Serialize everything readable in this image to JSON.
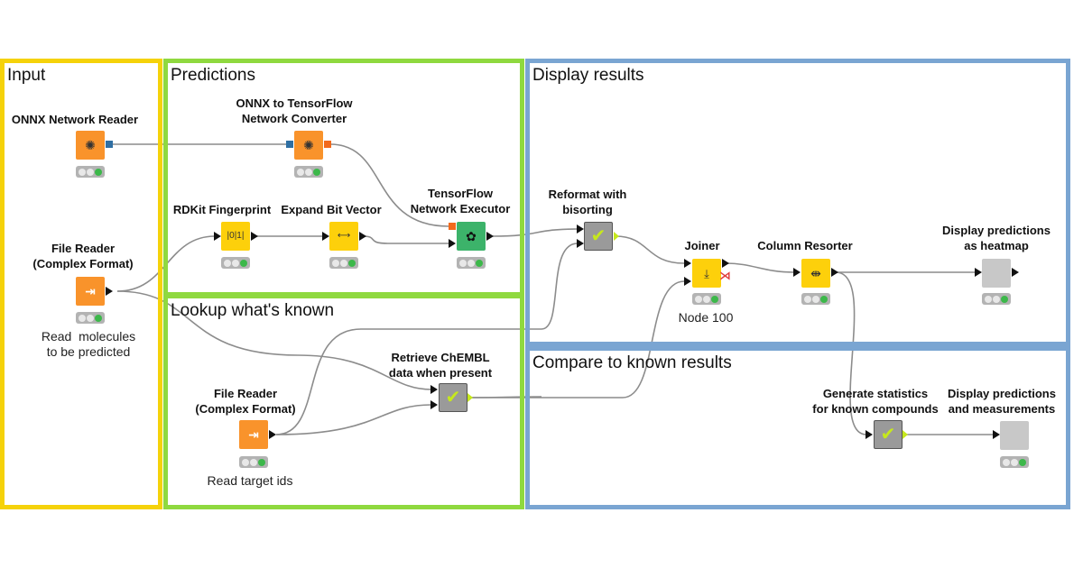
{
  "colors": {
    "input_border": "#f5d20a",
    "predictions_border": "#8fd93f",
    "lookup_border": "#8fd93f",
    "display_border": "#7aa5d2",
    "compare_border": "#7aa5d2",
    "connection": "#8c8c8c",
    "reader_node": "#f9932b",
    "manipulator_node": "#fdd00b",
    "learner_node": "#3cb36a",
    "metanode": "#9a9a9a",
    "view_node": "#c8c8c8",
    "status_green": "#3cb84a",
    "network_port": "#2f6fa3",
    "tensor_port": "#f26a1c"
  },
  "annotations": {
    "input": "Input",
    "predictions": "Predictions",
    "lookup": "Lookup what's known",
    "display": "Display results",
    "compare": "Compare to known results"
  },
  "nodes": {
    "onnx_reader": {
      "label": "ONNX Network Reader",
      "icon": "network-icon",
      "status": "green"
    },
    "onnx_converter": {
      "label": "ONNX to TensorFlow\nNetwork Converter",
      "icon": "network-icon",
      "status": "green"
    },
    "file_reader_molecules": {
      "label": "File Reader\n(Complex Format)",
      "comment": "Read  molecules\nto be predicted",
      "icon": "file-arrow-icon",
      "status": "green"
    },
    "rdkit_fingerprint": {
      "label": "RDKit Fingerprint",
      "icon": "fingerprint-icon",
      "status": "green"
    },
    "expand_bit_vector": {
      "label": "Expand Bit Vector",
      "icon": "bit-vector-icon",
      "status": "green"
    },
    "tf_executor": {
      "label": "TensorFlow\nNetwork Executor",
      "icon": "tensorflow-icon",
      "status": "green"
    },
    "reformat": {
      "label": "Reformat with\nbisorting",
      "icon": "checkmark-icon",
      "status": "none"
    },
    "joiner": {
      "label": "Joiner",
      "comment": "Node 100",
      "icon": "joiner-icon",
      "status": "green"
    },
    "column_resorter": {
      "label": "Column Resorter",
      "icon": "column-resort-icon",
      "status": "green"
    },
    "heatmap_view": {
      "label": "Display predictions\nas heatmap",
      "icon": "view-icon",
      "status": "green"
    },
    "file_reader_targets": {
      "label": "File Reader\n(Complex Format)",
      "comment": "Read target ids",
      "icon": "file-arrow-icon",
      "status": "green"
    },
    "retrieve_chembl": {
      "label": "Retrieve ChEMBL\ndata when present",
      "icon": "checkmark-icon",
      "status": "none"
    },
    "generate_stats": {
      "label": "Generate statistics\nfor known compounds",
      "icon": "checkmark-icon",
      "status": "none"
    },
    "measurements_view": {
      "label": "Display predictions\nand measurements",
      "icon": "view-icon",
      "status": "green"
    }
  }
}
